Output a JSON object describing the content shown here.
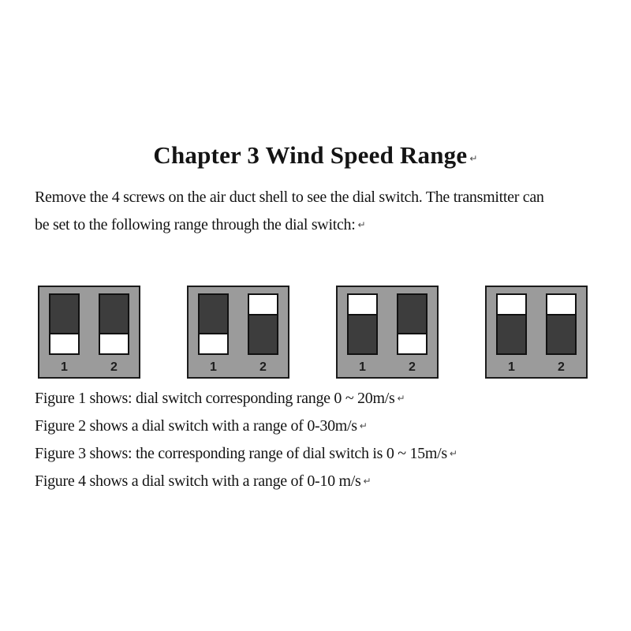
{
  "title": {
    "text": "Chapter 3 Wind Speed Range",
    "mark": "↵"
  },
  "intro": {
    "lines": [
      "Remove the 4 screws on the air duct shell to see the dial switch. The transmitter can",
      "be set to the following range through the dial switch:"
    ],
    "mark": "↵"
  },
  "figures": [
    {
      "name": "figure-1",
      "switch_labels": [
        "1",
        "2"
      ],
      "switch_positions": [
        "bottom",
        "bottom"
      ]
    },
    {
      "name": "figure-2",
      "switch_labels": [
        "1",
        "2"
      ],
      "switch_positions": [
        "bottom",
        "top"
      ]
    },
    {
      "name": "figure-3",
      "switch_labels": [
        "1",
        "2"
      ],
      "switch_positions": [
        "top",
        "bottom"
      ]
    },
    {
      "name": "figure-4",
      "switch_labels": [
        "1",
        "2"
      ],
      "switch_positions": [
        "top",
        "top"
      ]
    }
  ],
  "captions": [
    {
      "text": "Figure 1 shows: dial switch corresponding range 0 ~ 20m/s",
      "mark": "↵"
    },
    {
      "text": "Figure 2 shows a dial switch with a range of 0-30m/s",
      "mark": "↵"
    },
    {
      "text": "Figure 3 shows: the corresponding range of dial switch is 0 ~ 15m/s",
      "mark": "↵"
    },
    {
      "text": "Figure 4 shows a dial switch with a range of 0-10 m/s",
      "mark": "↵"
    }
  ],
  "colors": {
    "dip_body": "#9b9b9b",
    "dip_border": "#1b1b1b",
    "slot_dark": "#3d3d3d",
    "slot_slider": "#ffffff",
    "text": "#141414"
  }
}
